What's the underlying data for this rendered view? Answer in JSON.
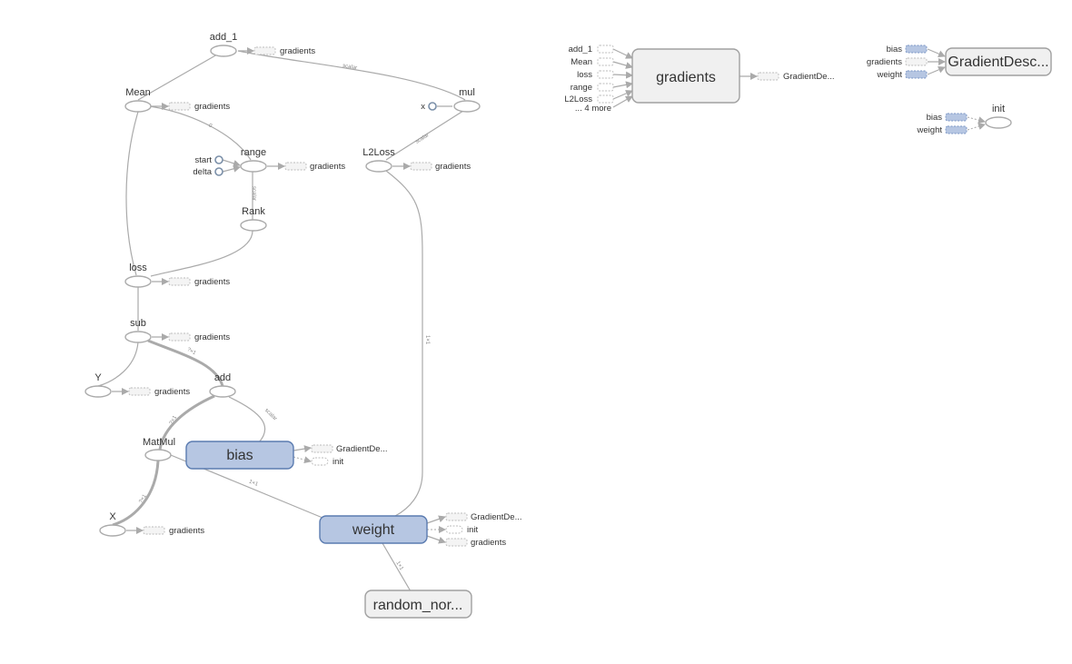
{
  "nodes": {
    "add_1": "add_1",
    "mean": "Mean",
    "mul": "mul",
    "x_const": "x",
    "range": "range",
    "start": "start",
    "delta": "delta",
    "l2loss": "L2Loss",
    "rank": "Rank",
    "loss": "loss",
    "sub": "sub",
    "y": "Y",
    "add": "add",
    "matmul": "MatMul",
    "bias": "bias",
    "x": "X",
    "weight": "weight",
    "random_normal": "random_nor...",
    "gradients": "gradients",
    "gradient_descent": "GradientDesc...",
    "init": "init"
  },
  "aux_labels": {
    "gradients": "gradients",
    "gradient_desc_short": "GradientDe...",
    "init": "init"
  },
  "gradients_inputs": [
    "add_1",
    "Mean",
    "loss",
    "range",
    "L2Loss",
    "... 4 more"
  ],
  "gradient_descent_inputs": [
    "bias",
    "gradients",
    "weight"
  ],
  "init_inputs": [
    "bias",
    "weight"
  ],
  "edge_labels": {
    "add1_mul": "scalar",
    "mean_range": "0",
    "range_rank": "scalar",
    "mul_l2loss": "scalar",
    "l2loss_weight": "1×1",
    "sub_add": "?×1",
    "add_matmul": "?×1",
    "add_bias": "scalar",
    "matmul_weight": "1×1",
    "matmul_x": "?×1",
    "weight_random": "1×1"
  },
  "colors": {
    "variable_fill": "#b6c6e2",
    "variable_stroke": "#5a7bb0",
    "namespace_fill": "#f0f0f0",
    "edge": "#aaaaaa"
  }
}
